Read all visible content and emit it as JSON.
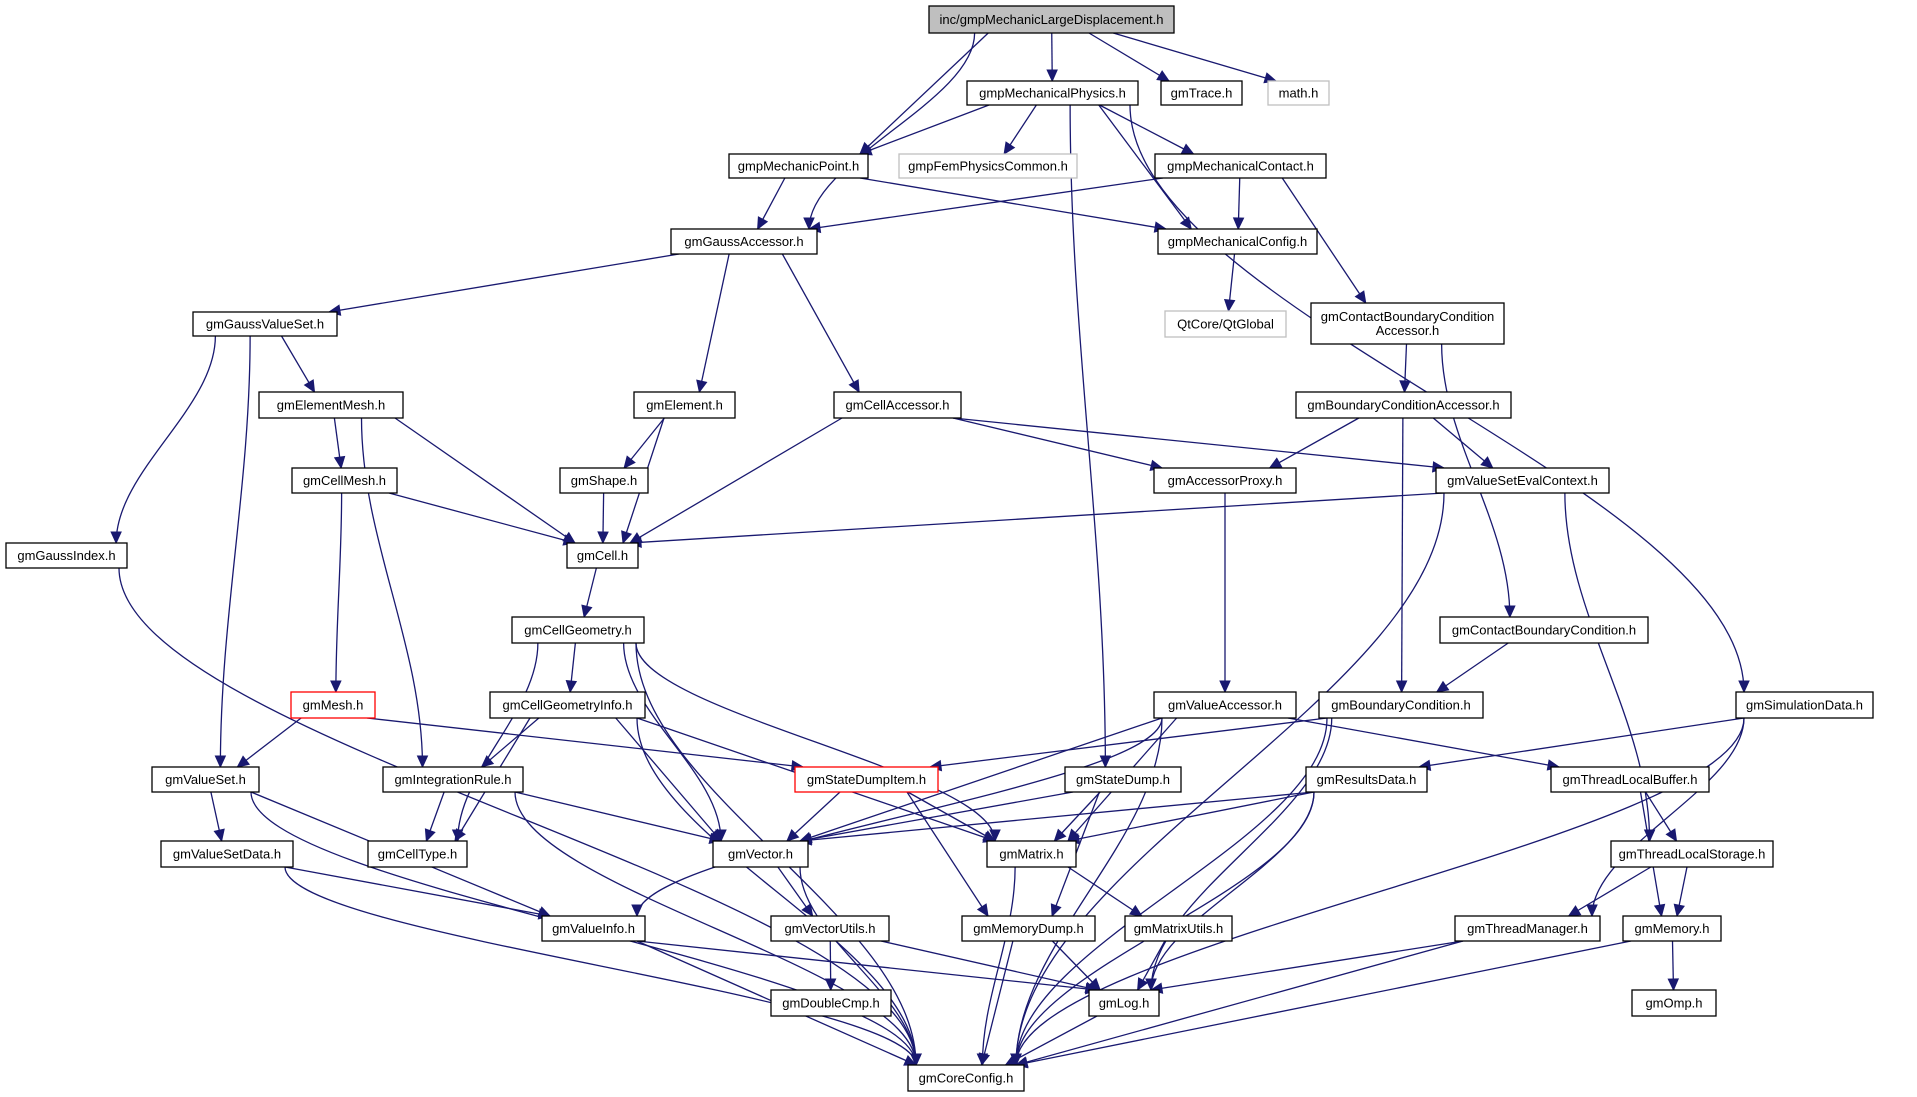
{
  "title": "inc/gmpMechanicLargeDisplacement.h include dependency graph",
  "colors": {
    "edge": "#191970",
    "root_fill": "#bfbfbf",
    "border": "#000000",
    "external_border": "#bfbfbf",
    "truncated_border": "#ff0000"
  },
  "nodes": [
    {
      "id": "root",
      "label": [
        "inc/gmpMechanicLargeDisplacement.h"
      ],
      "kind": "root"
    },
    {
      "id": "physics",
      "label": [
        "gmpMechanicalPhysics.h"
      ],
      "kind": "normal"
    },
    {
      "id": "trace",
      "label": [
        "gmTrace.h"
      ],
      "kind": "normal"
    },
    {
      "id": "math",
      "label": [
        "math.h"
      ],
      "kind": "external"
    },
    {
      "id": "mpoint",
      "label": [
        "gmpMechanicPoint.h"
      ],
      "kind": "normal"
    },
    {
      "id": "femcommon",
      "label": [
        "gmpFemPhysicsCommon.h"
      ],
      "kind": "external"
    },
    {
      "id": "mcontact",
      "label": [
        "gmpMechanicalContact.h"
      ],
      "kind": "normal"
    },
    {
      "id": "gaussacc",
      "label": [
        "gmGaussAccessor.h"
      ],
      "kind": "normal"
    },
    {
      "id": "mconfig",
      "label": [
        "gmpMechanicalConfig.h"
      ],
      "kind": "normal"
    },
    {
      "id": "qtglobal",
      "label": [
        "QtCore/QtGlobal"
      ],
      "kind": "external"
    },
    {
      "id": "cbcacc",
      "label": [
        "gmContactBoundaryCondition",
        "Accessor.h"
      ],
      "kind": "normal"
    },
    {
      "id": "gaussvs",
      "label": [
        "gmGaussValueSet.h"
      ],
      "kind": "normal"
    },
    {
      "id": "elemmesh",
      "label": [
        "gmElementMesh.h"
      ],
      "kind": "normal"
    },
    {
      "id": "element",
      "label": [
        "gmElement.h"
      ],
      "kind": "normal"
    },
    {
      "id": "cellacc",
      "label": [
        "gmCellAccessor.h"
      ],
      "kind": "normal"
    },
    {
      "id": "bcacc",
      "label": [
        "gmBoundaryConditionAccessor.h"
      ],
      "kind": "normal"
    },
    {
      "id": "cellmesh",
      "label": [
        "gmCellMesh.h"
      ],
      "kind": "normal"
    },
    {
      "id": "shape",
      "label": [
        "gmShape.h"
      ],
      "kind": "normal"
    },
    {
      "id": "accproxy",
      "label": [
        "gmAccessorProxy.h"
      ],
      "kind": "normal"
    },
    {
      "id": "vsevalctx",
      "label": [
        "gmValueSetEvalContext.h"
      ],
      "kind": "normal"
    },
    {
      "id": "gaussidx",
      "label": [
        "gmGaussIndex.h"
      ],
      "kind": "normal"
    },
    {
      "id": "cell",
      "label": [
        "gmCell.h"
      ],
      "kind": "normal"
    },
    {
      "id": "cellgeom",
      "label": [
        "gmCellGeometry.h"
      ],
      "kind": "normal"
    },
    {
      "id": "cbc",
      "label": [
        "gmContactBoundaryCondition.h"
      ],
      "kind": "normal"
    },
    {
      "id": "mesh",
      "label": [
        "gmMesh.h"
      ],
      "kind": "truncated"
    },
    {
      "id": "cellgeominfo",
      "label": [
        "gmCellGeometryInfo.h"
      ],
      "kind": "normal"
    },
    {
      "id": "valacc",
      "label": [
        "gmValueAccessor.h"
      ],
      "kind": "normal"
    },
    {
      "id": "bc",
      "label": [
        "gmBoundaryCondition.h"
      ],
      "kind": "normal"
    },
    {
      "id": "simdata",
      "label": [
        "gmSimulationData.h"
      ],
      "kind": "normal"
    },
    {
      "id": "valueset",
      "label": [
        "gmValueSet.h"
      ],
      "kind": "normal"
    },
    {
      "id": "intrule",
      "label": [
        "gmIntegrationRule.h"
      ],
      "kind": "normal"
    },
    {
      "id": "sditem",
      "label": [
        "gmStateDumpItem.h"
      ],
      "kind": "truncated"
    },
    {
      "id": "statedump",
      "label": [
        "gmStateDump.h"
      ],
      "kind": "normal"
    },
    {
      "id": "results",
      "label": [
        "gmResultsData.h"
      ],
      "kind": "normal"
    },
    {
      "id": "tlbuffer",
      "label": [
        "gmThreadLocalBuffer.h"
      ],
      "kind": "normal"
    },
    {
      "id": "vsdata",
      "label": [
        "gmValueSetData.h"
      ],
      "kind": "normal"
    },
    {
      "id": "celltype",
      "label": [
        "gmCellType.h"
      ],
      "kind": "normal"
    },
    {
      "id": "vector",
      "label": [
        "gmVector.h"
      ],
      "kind": "normal"
    },
    {
      "id": "matrix",
      "label": [
        "gmMatrix.h"
      ],
      "kind": "normal"
    },
    {
      "id": "tlstorage",
      "label": [
        "gmThreadLocalStorage.h"
      ],
      "kind": "normal"
    },
    {
      "id": "valinfo",
      "label": [
        "gmValueInfo.h"
      ],
      "kind": "normal"
    },
    {
      "id": "vecutils",
      "label": [
        "gmVectorUtils.h"
      ],
      "kind": "normal"
    },
    {
      "id": "memdump",
      "label": [
        "gmMemoryDump.h"
      ],
      "kind": "normal"
    },
    {
      "id": "matutils",
      "label": [
        "gmMatrixUtils.h"
      ],
      "kind": "normal"
    },
    {
      "id": "threadmgr",
      "label": [
        "gmThreadManager.h"
      ],
      "kind": "normal"
    },
    {
      "id": "memory",
      "label": [
        "gmMemory.h"
      ],
      "kind": "normal"
    },
    {
      "id": "doublecmp",
      "label": [
        "gmDoubleCmp.h"
      ],
      "kind": "normal"
    },
    {
      "id": "log",
      "label": [
        "gmLog.h"
      ],
      "kind": "normal"
    },
    {
      "id": "omp",
      "label": [
        "gmOmp.h"
      ],
      "kind": "normal"
    },
    {
      "id": "coreconfig",
      "label": [
        "gmCoreConfig.h"
      ],
      "kind": "normal"
    }
  ],
  "edges": [
    [
      "root",
      "physics"
    ],
    [
      "root",
      "trace"
    ],
    [
      "root",
      "math"
    ],
    [
      "root",
      "mpoint"
    ],
    [
      "root",
      "gaussacc"
    ],
    [
      "physics",
      "mpoint"
    ],
    [
      "physics",
      "femcommon"
    ],
    [
      "physics",
      "mcontact"
    ],
    [
      "physics",
      "mconfig"
    ],
    [
      "physics",
      "statedump"
    ],
    [
      "physics",
      "simdata"
    ],
    [
      "mpoint",
      "gaussacc"
    ],
    [
      "mpoint",
      "mconfig"
    ],
    [
      "mcontact",
      "gaussacc"
    ],
    [
      "mcontact",
      "mconfig"
    ],
    [
      "mcontact",
      "cbcacc"
    ],
    [
      "mconfig",
      "qtglobal"
    ],
    [
      "gaussacc",
      "gaussvs"
    ],
    [
      "gaussacc",
      "element"
    ],
    [
      "gaussacc",
      "cellacc"
    ],
    [
      "cbcacc",
      "bcacc"
    ],
    [
      "cbcacc",
      "cbc"
    ],
    [
      "gaussvs",
      "elemmesh"
    ],
    [
      "gaussvs",
      "gaussidx"
    ],
    [
      "gaussvs",
      "valueset"
    ],
    [
      "elemmesh",
      "cellmesh"
    ],
    [
      "elemmesh",
      "cell"
    ],
    [
      "elemmesh",
      "intrule"
    ],
    [
      "element",
      "shape"
    ],
    [
      "element",
      "cell"
    ],
    [
      "cellacc",
      "cell"
    ],
    [
      "cellacc",
      "accproxy"
    ],
    [
      "cellacc",
      "vsevalctx"
    ],
    [
      "bcacc",
      "accproxy"
    ],
    [
      "bcacc",
      "vsevalctx"
    ],
    [
      "bcacc",
      "bc"
    ],
    [
      "cellmesh",
      "cell"
    ],
    [
      "cellmesh",
      "mesh"
    ],
    [
      "shape",
      "cell"
    ],
    [
      "accproxy",
      "valacc"
    ],
    [
      "vsevalctx",
      "cell"
    ],
    [
      "vsevalctx",
      "tlstorage"
    ],
    [
      "vsevalctx",
      "coreconfig"
    ],
    [
      "gaussidx",
      "coreconfig"
    ],
    [
      "cell",
      "cellgeom"
    ],
    [
      "cellgeom",
      "cellgeominfo"
    ],
    [
      "cellgeom",
      "celltype"
    ],
    [
      "cellgeom",
      "vector"
    ],
    [
      "cellgeom",
      "matrix"
    ],
    [
      "cellgeom",
      "coreconfig"
    ],
    [
      "cbc",
      "bc"
    ],
    [
      "mesh",
      "valueset"
    ],
    [
      "mesh",
      "sditem"
    ],
    [
      "cellgeominfo",
      "intrule"
    ],
    [
      "cellgeominfo",
      "celltype"
    ],
    [
      "cellgeominfo",
      "vector"
    ],
    [
      "cellgeominfo",
      "matrix"
    ],
    [
      "cellgeominfo",
      "coreconfig"
    ],
    [
      "valacc",
      "vector"
    ],
    [
      "valacc",
      "matrix"
    ],
    [
      "valacc",
      "valinfo"
    ],
    [
      "valacc",
      "tlbuffer"
    ],
    [
      "valacc",
      "coreconfig"
    ],
    [
      "bc",
      "sditem"
    ],
    [
      "bc",
      "log"
    ],
    [
      "bc",
      "coreconfig"
    ],
    [
      "simdata",
      "results"
    ],
    [
      "simdata",
      "threadmgr"
    ],
    [
      "simdata",
      "coreconfig"
    ],
    [
      "valueset",
      "vsdata"
    ],
    [
      "valueset",
      "valinfo"
    ],
    [
      "valueset",
      "coreconfig"
    ],
    [
      "intrule",
      "celltype"
    ],
    [
      "intrule",
      "vector"
    ],
    [
      "intrule",
      "coreconfig"
    ],
    [
      "sditem",
      "vector"
    ],
    [
      "sditem",
      "matrix"
    ],
    [
      "sditem",
      "memdump"
    ],
    [
      "statedump",
      "vector"
    ],
    [
      "statedump",
      "matrix"
    ],
    [
      "statedump",
      "memdump"
    ],
    [
      "results",
      "vector"
    ],
    [
      "results",
      "matrix"
    ],
    [
      "results",
      "log"
    ],
    [
      "results",
      "coreconfig"
    ],
    [
      "tlbuffer",
      "tlstorage"
    ],
    [
      "tlbuffer",
      "memory"
    ],
    [
      "vsdata",
      "valinfo"
    ],
    [
      "vsdata",
      "coreconfig"
    ],
    [
      "vector",
      "vecutils"
    ],
    [
      "vector",
      "coreconfig"
    ],
    [
      "matrix",
      "matutils"
    ],
    [
      "matrix",
      "coreconfig"
    ],
    [
      "tlstorage",
      "threadmgr"
    ],
    [
      "tlstorage",
      "memory"
    ],
    [
      "valinfo",
      "log"
    ],
    [
      "valinfo",
      "coreconfig"
    ],
    [
      "vecutils",
      "doublecmp"
    ],
    [
      "vecutils",
      "log"
    ],
    [
      "memdump",
      "log"
    ],
    [
      "memdump",
      "coreconfig"
    ],
    [
      "matutils",
      "log"
    ],
    [
      "threadmgr",
      "log"
    ],
    [
      "threadmgr",
      "coreconfig"
    ],
    [
      "memory",
      "omp"
    ],
    [
      "memory",
      "coreconfig"
    ],
    [
      "log",
      "coreconfig"
    ]
  ]
}
